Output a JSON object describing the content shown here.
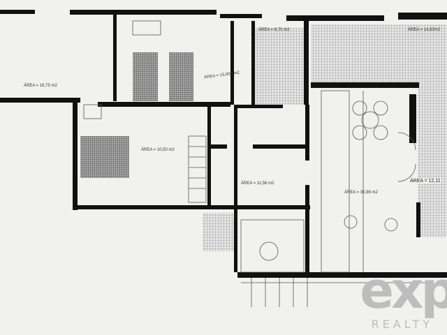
{
  "rooms": [
    {
      "label": "ÁREA = 16,75 m2"
    },
    {
      "label": "ÁREA = 15,005 m2"
    },
    {
      "label": "ÁREA = 6,70 m2"
    },
    {
      "label": "ÁREA = 14,80m2"
    },
    {
      "label": "ÁREA = 10,50 m2"
    },
    {
      "label": "ÁREA = 11,56 m2"
    },
    {
      "label": "ÁREA = 35,98 m2"
    },
    {
      "label": "ÁREA = 12,11"
    }
  ],
  "logo": {
    "mark": "exp",
    "text": "REALTY"
  },
  "colors": {
    "wall": "#111111",
    "paper": "#f1f1ef",
    "logo": "#bdbdbd"
  }
}
